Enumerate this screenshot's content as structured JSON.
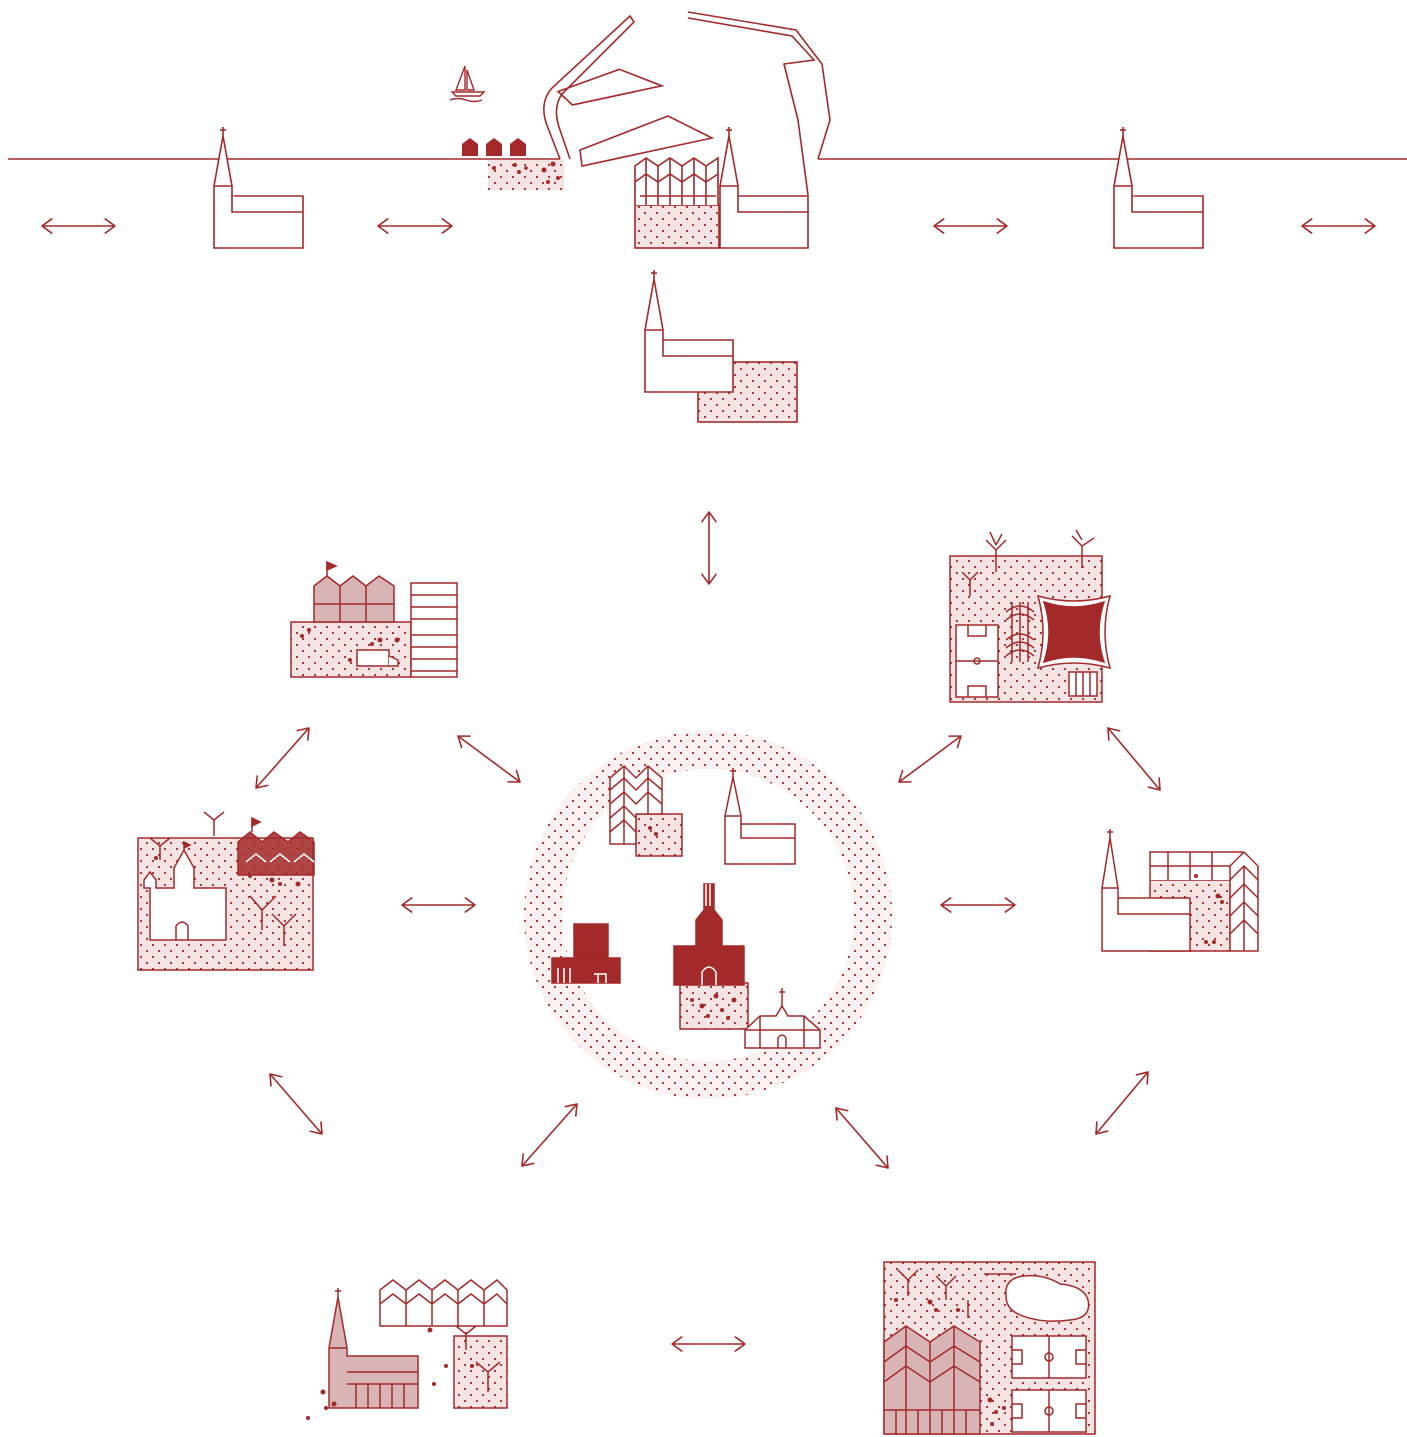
{
  "colors": {
    "stroke": "#a3292a",
    "fill_light": "#f5e4e3",
    "fill_mid": "#d8b4b4",
    "dot": "#a3292a",
    "background": "#ffffff"
  },
  "diagram": {
    "description_free": true,
    "nodes": [
      {
        "id": "harbour-town",
        "icon": "harbour-icon"
      },
      {
        "id": "church-west",
        "icon": "church-icon"
      },
      {
        "id": "church-east",
        "icon": "church-icon"
      },
      {
        "id": "church-square-north",
        "icon": "church-square-icon"
      },
      {
        "id": "market-hall",
        "icon": "market-hall-icon"
      },
      {
        "id": "stadium-park",
        "icon": "stadium-icon"
      },
      {
        "id": "castle-park",
        "icon": "castle-icon"
      },
      {
        "id": "central-city",
        "icon": "city-center-icon"
      },
      {
        "id": "church-east-mid",
        "icon": "church-block-icon"
      },
      {
        "id": "church-south",
        "icon": "church-south-icon"
      },
      {
        "id": "sports-park-south",
        "icon": "sports-park-icon"
      }
    ],
    "arrows": [
      {
        "id": "arrow-far-west",
        "kind": "bidirectional"
      },
      {
        "id": "arrow-west",
        "kind": "bidirectional"
      },
      {
        "id": "arrow-east",
        "kind": "bidirectional"
      },
      {
        "id": "arrow-far-east",
        "kind": "bidirectional"
      },
      {
        "id": "arrow-north",
        "kind": "bidirectional"
      },
      {
        "id": "arrow-nw-to-w",
        "kind": "bidirectional"
      },
      {
        "id": "arrow-nw-to-center",
        "kind": "bidirectional"
      },
      {
        "id": "arrow-ne-to-center",
        "kind": "bidirectional"
      },
      {
        "id": "arrow-ne-to-e",
        "kind": "bidirectional"
      },
      {
        "id": "arrow-w-to-center",
        "kind": "bidirectional"
      },
      {
        "id": "arrow-e-to-center",
        "kind": "bidirectional"
      },
      {
        "id": "arrow-w-to-sw",
        "kind": "bidirectional"
      },
      {
        "id": "arrow-sw-to-center",
        "kind": "bidirectional"
      },
      {
        "id": "arrow-se-to-center",
        "kind": "bidirectional"
      },
      {
        "id": "arrow-e-to-se",
        "kind": "bidirectional"
      },
      {
        "id": "arrow-south",
        "kind": "bidirectional"
      }
    ]
  }
}
